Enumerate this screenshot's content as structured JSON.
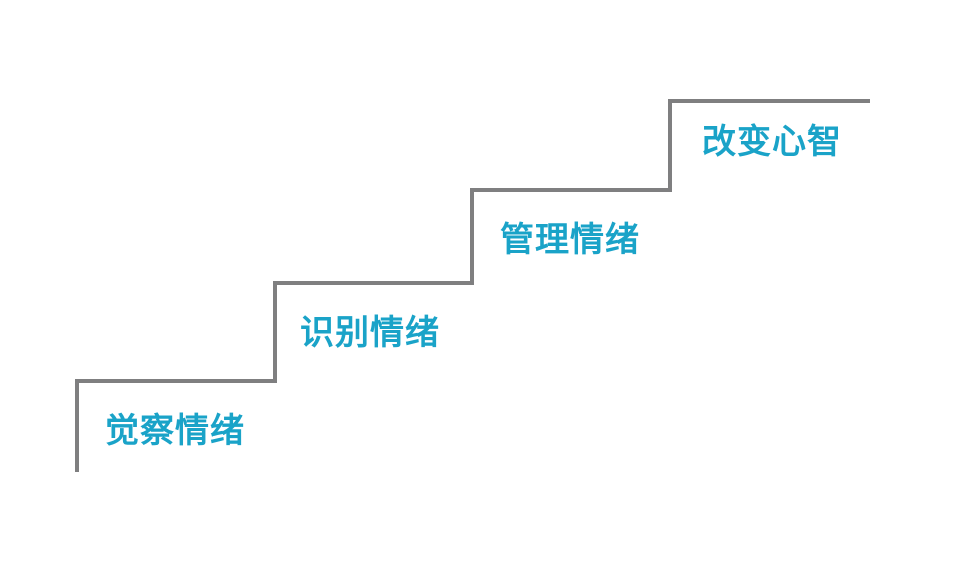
{
  "diagram": {
    "steps": [
      {
        "label": "觉察情绪"
      },
      {
        "label": "识别情绪"
      },
      {
        "label": "管理情绪"
      },
      {
        "label": "改变心智"
      }
    ]
  },
  "colors": {
    "text": "#1aa3c8",
    "stairs": "#7f7f80"
  }
}
